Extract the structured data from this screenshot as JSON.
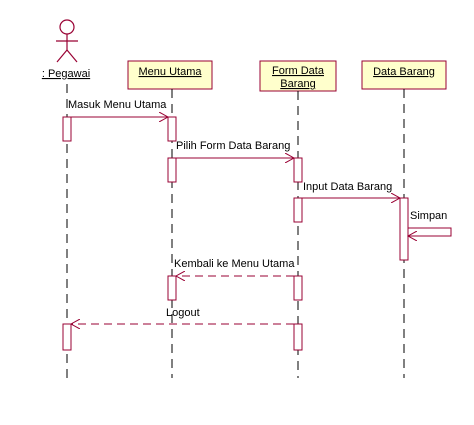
{
  "actor": {
    "name": ": Pegawai"
  },
  "objects": [
    {
      "label_lines": [
        "Menu Utama"
      ]
    },
    {
      "label_lines": [
        "Form Data",
        "Barang"
      ]
    },
    {
      "label_lines": [
        "Data Barang"
      ]
    }
  ],
  "messages": [
    {
      "label": "Masuk Menu Utama",
      "from": 0,
      "to": 1,
      "style": "solid"
    },
    {
      "label": "Pilih Form Data Barang",
      "from": 1,
      "to": 2,
      "style": "solid"
    },
    {
      "label": "Input Data Barang",
      "from": 2,
      "to": 3,
      "style": "solid"
    },
    {
      "label": "Simpan",
      "from": 3,
      "to": 3,
      "style": "self"
    },
    {
      "label": "Kembali ke Menu Utama",
      "from": 2,
      "to": 1,
      "style": "dashed"
    },
    {
      "label": "Logout",
      "from": 2,
      "to": 0,
      "style": "dashed"
    }
  ]
}
